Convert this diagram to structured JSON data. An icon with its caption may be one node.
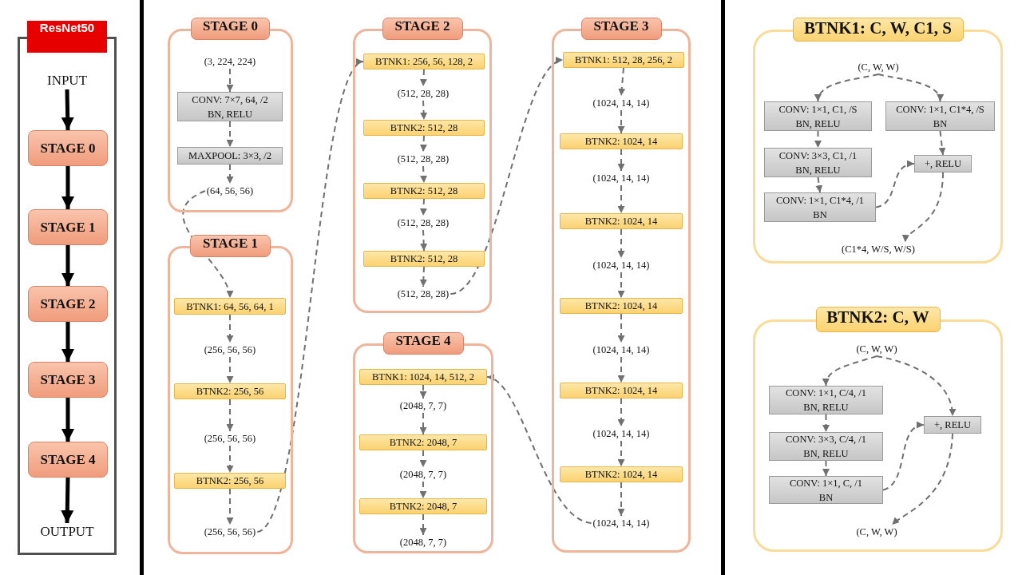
{
  "diagram": {
    "nodes": [
      {
        "text": [
          "ResNet50"
        ]
      },
      {
        "text": [
          "INPUT"
        ],
        "in": 0
      },
      {
        "text": [
          "STAGE 0"
        ],
        "in": 0
      },
      {
        "text": [
          "STAGE 1"
        ],
        "in": 0
      },
      {
        "text": [
          "STAGE 2"
        ],
        "in": 0
      },
      {
        "text": [
          "STAGE 3"
        ],
        "in": 0
      },
      {
        "text": [
          "STAGE 4"
        ],
        "in": 0
      },
      {
        "text": [
          "OUTPUT"
        ],
        "in": 0
      },
      {
        "text": [
          "STAGE 0"
        ]
      },
      {
        "text": [
          "(3, 224, 224)"
        ],
        "in": 8
      },
      {
        "text": [
          "CONV:  7×7, 64, /2",
          "BN, RELU"
        ],
        "in": 8
      },
      {
        "text": [
          "MAXPOOL:  3×3, /2"
        ],
        "in": 8
      },
      {
        "text": [
          "(64, 56, 56)"
        ],
        "in": 8
      },
      {
        "text": [
          "STAGE 1"
        ]
      },
      {
        "text": [
          "BTNK1:  64, 56, 64, 1"
        ],
        "in": 13
      },
      {
        "text": [
          "(256, 56, 56)"
        ],
        "in": 13
      },
      {
        "text": [
          "BTNK2:  256, 56"
        ],
        "in": 13
      },
      {
        "text": [
          "(256, 56, 56)"
        ],
        "in": 13
      },
      {
        "text": [
          "BTNK2:  256, 56"
        ],
        "in": 13
      },
      {
        "text": [
          "(256, 56, 56)"
        ],
        "in": 13
      },
      {
        "text": [
          "STAGE 2"
        ]
      },
      {
        "text": [
          "BTNK1:  256, 56, 128, 2"
        ],
        "in": 20
      },
      {
        "text": [
          "(512, 28, 28)"
        ],
        "in": 20
      },
      {
        "text": [
          "BTNK2:  512, 28"
        ],
        "in": 20
      },
      {
        "text": [
          "(512, 28, 28)"
        ],
        "in": 20
      },
      {
        "text": [
          "BTNK2:  512, 28"
        ],
        "in": 20
      },
      {
        "text": [
          "(512, 28, 28)"
        ],
        "in": 20
      },
      {
        "text": [
          "BTNK2:  512, 28"
        ],
        "in": 20
      },
      {
        "text": [
          "(512, 28, 28)"
        ],
        "in": 20
      },
      {
        "text": [
          "STAGE 3"
        ]
      },
      {
        "text": [
          "BTNK1:  512, 28, 256, 2"
        ],
        "in": 29
      },
      {
        "text": [
          "(1024, 14, 14)"
        ],
        "in": 29
      },
      {
        "text": [
          "BTNK2:  1024, 14"
        ],
        "in": 29
      },
      {
        "text": [
          "(1024, 14, 14)"
        ],
        "in": 29
      },
      {
        "text": [
          "BTNK2:  1024, 14"
        ],
        "in": 29
      },
      {
        "text": [
          "(1024, 14, 14)"
        ],
        "in": 29
      },
      {
        "text": [
          "BTNK2:  1024, 14"
        ],
        "in": 29
      },
      {
        "text": [
          "(1024, 14, 14)"
        ],
        "in": 29
      },
      {
        "text": [
          "BTNK2:  1024, 14"
        ],
        "in": 29
      },
      {
        "text": [
          "(1024, 14, 14)"
        ],
        "in": 29
      },
      {
        "text": [
          "BTNK2:  1024, 14"
        ],
        "in": 29
      },
      {
        "text": [
          "(1024, 14, 14)"
        ],
        "in": 29
      },
      {
        "text": [
          "STAGE 4"
        ]
      },
      {
        "text": [
          "BTNK1:  1024, 14, 512, 2"
        ],
        "in": 42
      },
      {
        "text": [
          "(2048, 7, 7)"
        ],
        "in": 42
      },
      {
        "text": [
          "BTNK2:  2048, 7"
        ],
        "in": 42
      },
      {
        "text": [
          "(2048, 7, 7)"
        ],
        "in": 42
      },
      {
        "text": [
          "BTNK2:  2048, 7"
        ],
        "in": 42
      },
      {
        "text": [
          "(2048, 7, 7)"
        ],
        "in": 42
      },
      {
        "text": [
          "BTNK1: C, W, C1, S"
        ]
      },
      {
        "text": [
          "(C, W, W)"
        ],
        "in": 49
      },
      {
        "text": [
          "CONV:  1×1, C1, /S",
          "BN, RELU"
        ],
        "in": 49
      },
      {
        "text": [
          "CONV:  1×1, C1*4, /S",
          "BN"
        ],
        "in": 49
      },
      {
        "text": [
          "CONV:  3×3, C1, /1",
          "BN, RELU"
        ],
        "in": 49
      },
      {
        "text": [
          "+, RELU"
        ],
        "in": 49
      },
      {
        "text": [
          "CONV:  1×1, C1*4, /1",
          "BN"
        ],
        "in": 49
      },
      {
        "text": [
          "(C1*4,  W/S, W/S)"
        ],
        "in": 49
      },
      {
        "text": [
          "BTNK2: C, W"
        ]
      },
      {
        "text": [
          "(C, W, W)"
        ],
        "in": 57
      },
      {
        "text": [
          "CONV:  1×1, C/4, /1",
          "BN, RELU"
        ],
        "in": 57
      },
      {
        "text": [
          "+, RELU"
        ],
        "in": 57
      },
      {
        "text": [
          "CONV:  3×3, C/4, /1",
          "BN, RELU"
        ],
        "in": 57
      },
      {
        "text": [
          "CONV:  1×1, C, /1",
          "BN"
        ],
        "in": 57
      },
      {
        "text": [
          "(C, W, W)"
        ],
        "in": 57
      }
    ],
    "edges": [
      {
        "from": 1,
        "to": 2,
        "arrow": "to",
        "style": "thick",
        "color": "#000000"
      },
      {
        "from": 2,
        "to": 3,
        "arrow": "to",
        "style": "thick",
        "color": "#000000"
      },
      {
        "from": 3,
        "to": 4,
        "arrow": "to",
        "style": "thick",
        "color": "#000000"
      },
      {
        "from": 4,
        "to": 5,
        "arrow": "to",
        "style": "thick",
        "color": "#000000"
      },
      {
        "from": 5,
        "to": 6,
        "arrow": "to",
        "style": "thick",
        "color": "#000000"
      },
      {
        "from": 6,
        "to": 7,
        "arrow": "to",
        "style": "thick",
        "color": "#000000"
      },
      {
        "from": 9,
        "to": 10,
        "arrow": "to",
        "style": "dashed"
      },
      {
        "from": 10,
        "to": 11,
        "arrow": "to",
        "style": "dashed"
      },
      {
        "from": 11,
        "to": 12,
        "arrow": "to",
        "style": "dashed"
      },
      {
        "from": 12,
        "to": 14,
        "arrow": "to",
        "style": "dashed"
      },
      {
        "from": 14,
        "to": 15,
        "arrow": "to",
        "style": "dashed"
      },
      {
        "from": 15,
        "to": 16,
        "arrow": "to",
        "style": "dashed"
      },
      {
        "from": 16,
        "to": 17,
        "arrow": "to",
        "style": "dashed"
      },
      {
        "from": 17,
        "to": 18,
        "arrow": "to",
        "style": "dashed"
      },
      {
        "from": 18,
        "to": 19,
        "arrow": "to",
        "style": "dashed"
      },
      {
        "from": 19,
        "to": 21,
        "arrow": "to",
        "style": "dashed"
      },
      {
        "from": 21,
        "to": 22,
        "arrow": "to",
        "style": "dashed"
      },
      {
        "from": 22,
        "to": 23,
        "arrow": "to",
        "style": "dashed"
      },
      {
        "from": 23,
        "to": 24,
        "arrow": "to",
        "style": "dashed"
      },
      {
        "from": 24,
        "to": 25,
        "arrow": "to",
        "style": "dashed"
      },
      {
        "from": 25,
        "to": 26,
        "arrow": "to",
        "style": "dashed"
      },
      {
        "from": 26,
        "to": 27,
        "arrow": "to",
        "style": "dashed"
      },
      {
        "from": 27,
        "to": 28,
        "arrow": "to",
        "style": "dashed"
      },
      {
        "from": 28,
        "to": 30,
        "arrow": "to",
        "style": "dashed"
      },
      {
        "from": 30,
        "to": 31,
        "arrow": "to",
        "style": "dashed"
      },
      {
        "from": 31,
        "to": 32,
        "arrow": "to",
        "style": "dashed"
      },
      {
        "from": 32,
        "to": 33,
        "arrow": "to",
        "style": "dashed"
      },
      {
        "from": 33,
        "to": 34,
        "arrow": "to",
        "style": "dashed"
      },
      {
        "from": 34,
        "to": 35,
        "arrow": "to",
        "style": "dashed"
      },
      {
        "from": 35,
        "to": 36,
        "arrow": "to",
        "style": "dashed"
      },
      {
        "from": 36,
        "to": 37,
        "arrow": "to",
        "style": "dashed"
      },
      {
        "from": 37,
        "to": 38,
        "arrow": "to",
        "style": "dashed"
      },
      {
        "from": 38,
        "to": 39,
        "arrow": "to",
        "style": "dashed"
      },
      {
        "from": 39,
        "to": 40,
        "arrow": "to",
        "style": "dashed"
      },
      {
        "from": 40,
        "to": 41,
        "arrow": "to",
        "style": "dashed"
      },
      {
        "from": 41,
        "to": 43,
        "arrow": "to",
        "style": "dashed"
      },
      {
        "from": 43,
        "to": 44,
        "arrow": "to",
        "style": "dashed"
      },
      {
        "from": 44,
        "to": 45,
        "arrow": "to",
        "style": "dashed"
      },
      {
        "from": 45,
        "to": 46,
        "arrow": "to",
        "style": "dashed"
      },
      {
        "from": 46,
        "to": 47,
        "arrow": "to",
        "style": "dashed"
      },
      {
        "from": 47,
        "to": 48,
        "arrow": "to",
        "style": "dashed"
      },
      {
        "from": 50,
        "to": 51,
        "arrow": "to",
        "style": "dashed"
      },
      {
        "from": 50,
        "to": 52,
        "arrow": "to",
        "style": "dashed"
      },
      {
        "from": 51,
        "to": 53,
        "arrow": "to",
        "style": "dashed"
      },
      {
        "from": 53,
        "to": 55,
        "arrow": "to",
        "style": "dashed"
      },
      {
        "from": 55,
        "to": 54,
        "arrow": "to",
        "style": "dashed"
      },
      {
        "from": 52,
        "to": 54,
        "arrow": "to",
        "style": "dashed"
      },
      {
        "from": 54,
        "to": 56,
        "arrow": "to",
        "style": "dashed"
      },
      {
        "from": 58,
        "to": 59,
        "arrow": "to",
        "style": "dashed"
      },
      {
        "from": 58,
        "to": 60,
        "arrow": "to",
        "style": "dashed"
      },
      {
        "from": 59,
        "to": 61,
        "arrow": "to",
        "style": "dashed"
      },
      {
        "from": 61,
        "to": 62,
        "arrow": "to",
        "style": "dashed"
      },
      {
        "from": 62,
        "to": 60,
        "arrow": "to",
        "style": "dashed"
      },
      {
        "from": 60,
        "to": 63,
        "arrow": "to",
        "style": "dashed"
      }
    ]
  }
}
